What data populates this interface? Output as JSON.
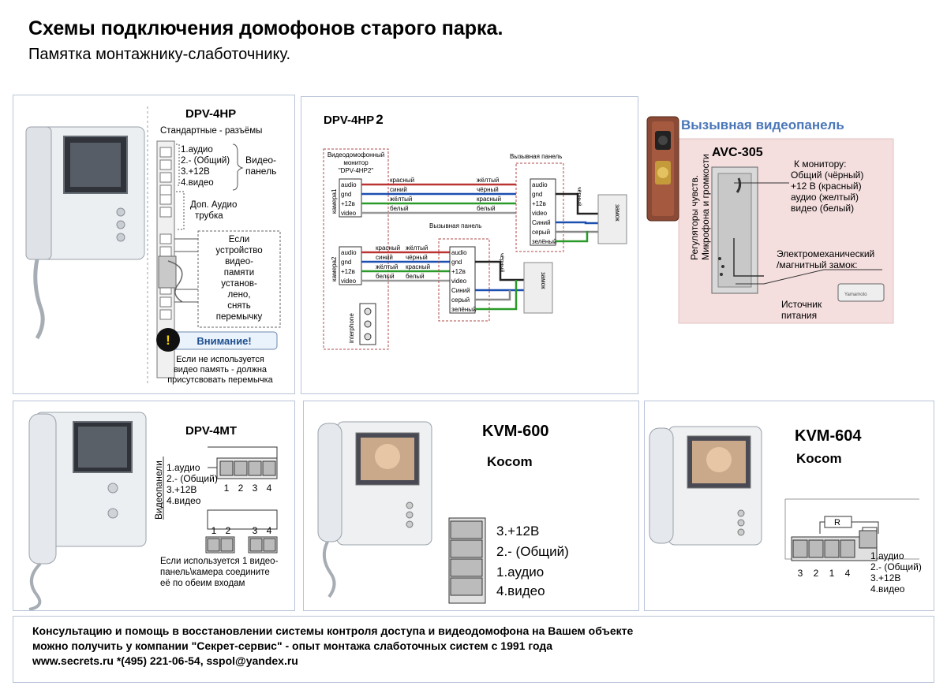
{
  "header": {
    "title": "Схемы подключения домофонов старого парка.",
    "subtitle": "Памятка монтажнику-слаботочнику."
  },
  "dpv4hp": {
    "model": "DPV-4HP",
    "connectors_caption": "Стандартные - разъёмы",
    "terminals": [
      "1.аудио",
      "2.- (Общий)",
      "3.+12В",
      "4.видео"
    ],
    "video_panel_label": [
      "Видео-",
      "панель"
    ],
    "handset_label": [
      "Доп. Аудио",
      "трубка"
    ],
    "memory_note": [
      "Если",
      "устройство",
      "видео-",
      "памяти",
      "установ-",
      "лено,",
      "снять",
      "перемычку"
    ],
    "warning_title": "Внимание!",
    "warning_text": [
      "Если не используется",
      "видео память - должна",
      "присутсвовать перемычка"
    ]
  },
  "dpv4hp2": {
    "model": "DPV-4HP",
    "model_suffix": "2",
    "monitor_label": [
      "Видеодомофонный",
      "монитор",
      "\"DPV-4HP2\""
    ],
    "camera1": "камера1",
    "camera2": "камера2",
    "interphone": "interphone",
    "call_panel": "Вызывная панель",
    "lock": "замок",
    "black": "чёрный",
    "monitor_pins": [
      "audio",
      "gnd",
      "+12в",
      "video"
    ],
    "wires_left": [
      "красный",
      "синий",
      "жёлтый",
      "белый"
    ],
    "wires_right": [
      "жёлтый",
      "чёрный",
      "красный",
      "белый"
    ],
    "panel_pins": [
      "audio",
      "gnd",
      "+12в",
      "video",
      "Синий",
      "серый",
      "зелёный"
    ]
  },
  "avc305": {
    "header": "Вызывная видеопанель",
    "model": "AVC-305",
    "to_monitor": [
      "К монитору:",
      "Общий (чёрный)",
      "+12 В (красный)",
      "аудио (желтый)",
      "видео (белый)"
    ],
    "side_label": [
      "Регуляторы чувств.",
      "Микрофона и громкости"
    ],
    "lock_label": [
      "Электромеханический",
      "/магнитный замок:"
    ],
    "power_label": [
      "Источник",
      "питания"
    ],
    "lock_brand": "Yamamoto"
  },
  "dpv4mt": {
    "model": "DPV-4MT",
    "side_label": "Видеопанели",
    "terminals": [
      "1.аудио",
      "2.- (Общий)",
      "3.+12В",
      "4.видео"
    ],
    "terminal_numbers": [
      "1",
      "2",
      "3",
      "4"
    ],
    "note": [
      "Если используется 1 видео-",
      "панель\\камера соедините",
      "её по обеим входам"
    ]
  },
  "kvm600": {
    "model": "KVM-600",
    "brand": "Kocom",
    "terminals": [
      "3.+12В",
      "2.- (Общий)",
      "1.аудио",
      "4.видео"
    ]
  },
  "kvm604": {
    "model": "KVM-604",
    "brand": "Kocom",
    "resistor": "R",
    "terminal_numbers": [
      "3",
      "2",
      "1",
      "4"
    ],
    "terminals": [
      "1.аудио",
      "2.- (Общий)",
      "3.+12В",
      "4.видео"
    ]
  },
  "footer": {
    "line1": "Консультацию и помощь в восстановлении системы контроля доступа и видеодомофона на Вашем объекте",
    "line2": "можно получить у компании \"Секрет-сервис\" - опыт монтажа слаботочных систем с 1991 года",
    "line3": "www.secrets.ru *(495) 221-06-54,   sspol@yandex.ru"
  }
}
